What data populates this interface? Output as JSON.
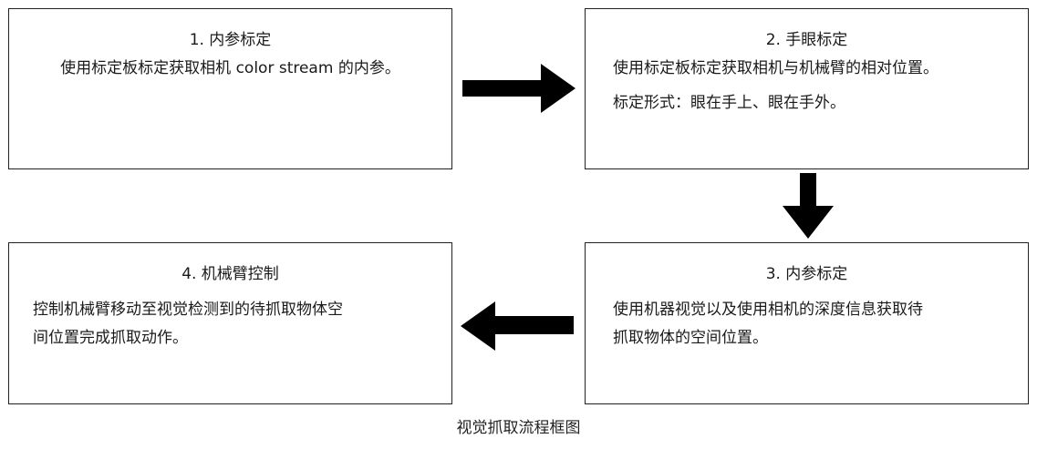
{
  "steps": {
    "step1": {
      "title": "1. 内参标定",
      "lines": [
        "使用标定板标定获取相机 color stream 的内参。"
      ]
    },
    "step2": {
      "title": "2. 手眼标定",
      "lines": [
        "使用标定板标定获取相机与机械臂的相对位置。",
        "标定形式：眼在手上、眼在手外。"
      ]
    },
    "step3": {
      "title": "3. 内参标定",
      "lines": [
        "使用机器视觉以及使用相机的深度信息获取待",
        "抓取物体的空间位置。"
      ]
    },
    "step4": {
      "title": "4. 机械臂控制",
      "lines": [
        "控制机械臂移动至视觉检测到的待抓取物体空",
        "间位置完成抓取动作。"
      ]
    }
  },
  "caption": "视觉抓取流程框图",
  "colors": {
    "border": "#222222",
    "arrow": "#000000",
    "text": "#1a1a1a"
  }
}
